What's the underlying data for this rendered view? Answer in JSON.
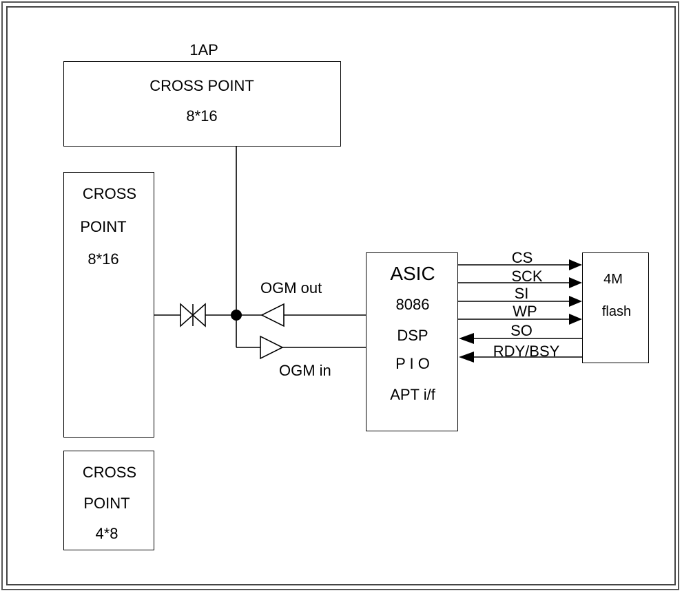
{
  "top_block": {
    "title": "1AP",
    "line1": "CROSS   POINT",
    "line2": "8*16"
  },
  "left_block": {
    "line1": "CROSS",
    "line2": "POINT",
    "line3": "8*16"
  },
  "bottom_block": {
    "line1": "CROSS",
    "line2": "POINT",
    "line3": "4*8"
  },
  "asic": {
    "lines": [
      "ASIC",
      "8086",
      "DSP",
      "P I O",
      "APT i/f"
    ]
  },
  "flash": {
    "line1": "4M",
    "line2": "flash"
  },
  "ogm_out_label": "OGM  out",
  "ogm_in_label": "OGM  in",
  "signals": [
    {
      "name": "CS",
      "direction": "to-flash"
    },
    {
      "name": "SCK",
      "direction": "to-flash"
    },
    {
      "name": "SI",
      "direction": "to-flash"
    },
    {
      "name": "WP",
      "direction": "to-flash"
    },
    {
      "name": "SO",
      "direction": "to-asic"
    },
    {
      "name": "RDY/BSY",
      "direction": "to-asic"
    }
  ]
}
